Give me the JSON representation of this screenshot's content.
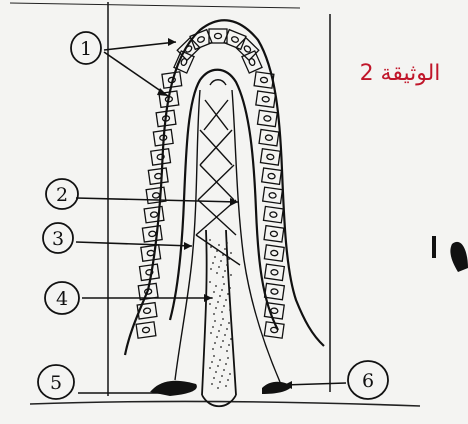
{
  "document": {
    "title": "الوثيقة 2",
    "title_color": "#c0162a"
  },
  "diagram": {
    "subject": "intestinal villus cross-section sketch",
    "labels": [
      {
        "id": "1",
        "text": "1"
      },
      {
        "id": "2",
        "text": "2"
      },
      {
        "id": "3",
        "text": "3"
      },
      {
        "id": "4",
        "text": "4"
      },
      {
        "id": "5",
        "text": "5"
      },
      {
        "id": "6",
        "text": "6"
      }
    ],
    "ink_color": "#111111"
  }
}
